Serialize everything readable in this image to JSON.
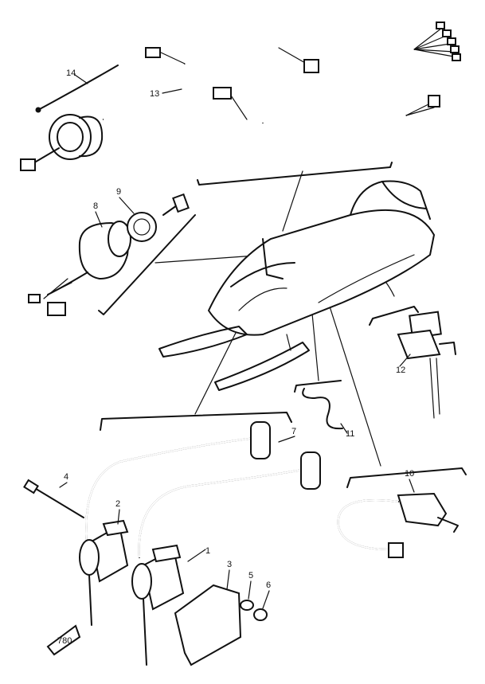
{
  "diagram": {
    "callouts": [
      {
        "id": "c1",
        "text": "1"
      },
      {
        "id": "c2",
        "text": "2"
      },
      {
        "id": "c3",
        "text": "3"
      },
      {
        "id": "c4",
        "text": "4"
      },
      {
        "id": "c5",
        "text": "5"
      },
      {
        "id": "c6",
        "text": "6"
      },
      {
        "id": "c7",
        "text": "7"
      },
      {
        "id": "c8",
        "text": "8"
      },
      {
        "id": "c9",
        "text": "9"
      },
      {
        "id": "c10",
        "text": "10"
      },
      {
        "id": "c11",
        "text": "11"
      },
      {
        "id": "c12",
        "text": "12"
      },
      {
        "id": "c13",
        "text": "13"
      },
      {
        "id": "c14",
        "text": "14"
      }
    ],
    "corner_tag": "780"
  }
}
